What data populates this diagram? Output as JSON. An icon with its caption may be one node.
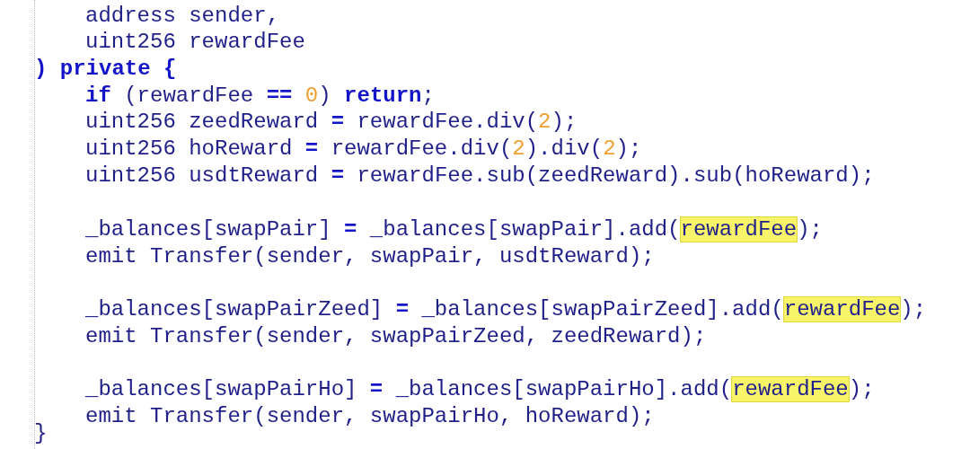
{
  "diagram": {
    "labels": [
      "address sender,",
      "uint256 rewardFee",
      ") private {",
      "**if** (rewardFee **==** 0) **return**;",
      "uint256 zeedReward **=** rewardFee.div(2);",
      "uint256 hoReward **=** rewardFee.div(2).div(2);",
      "uint256 usdtReward **=** rewardFee.sub(zeedReward).sub(hoReward);",
      "_balances[swapPair] **=** _balances[swapPair].add(*rewardFee*);",
      "emit Transfer(sender, swapPair, usdtReward);",
      "_balances[swapPairZeed] **=** _balances[swapPairZeed].add(*rewardFee*);",
      "emit Transfer(sender, swapPairZeed, zeedReward);",
      "_balances[swapPairHo] **=** _balances[swapPairHo].add(*rewardFee*);",
      "emit Transfer(sender, swapPairHo, hoReward);",
      "}"
    ]
  }
}
